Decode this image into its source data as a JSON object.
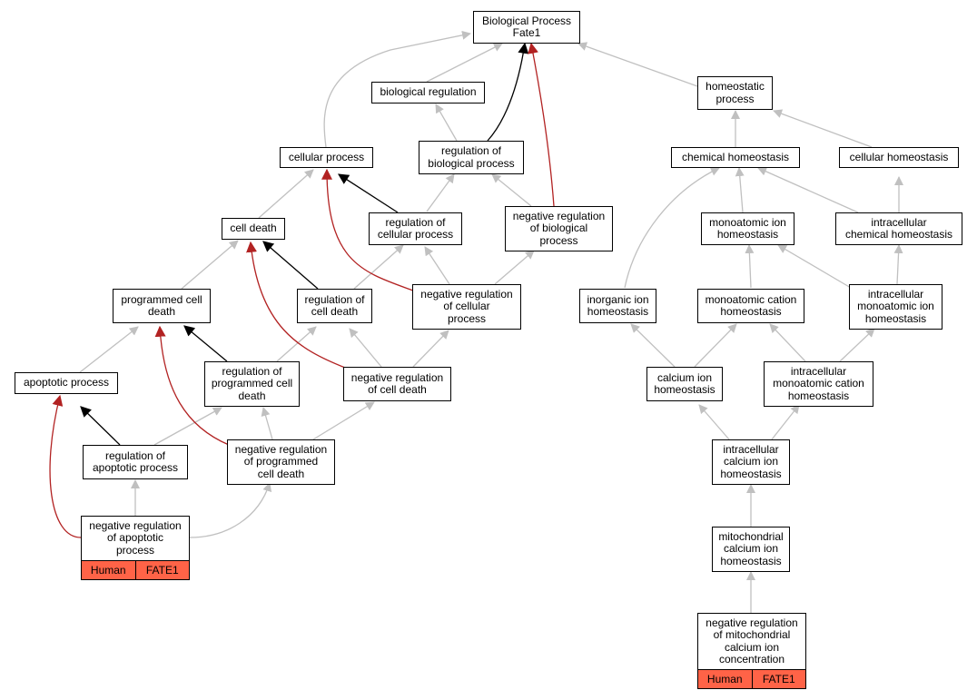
{
  "diagram": {
    "nodes": {
      "root": "Biological Process\nFate1",
      "biological_regulation": "biological regulation",
      "homeostatic_process": "homeostatic\nprocess",
      "cellular_process": "cellular process",
      "regulation_of_biological_process": "regulation of\nbiological process",
      "chemical_homeostasis": "chemical homeostasis",
      "cellular_homeostasis": "cellular homeostasis",
      "cell_death": "cell death",
      "regulation_of_cellular_process": "regulation of\ncellular process",
      "negative_regulation_of_biological_process": "negative regulation\nof biological\nprocess",
      "monoatomic_ion_homeostasis": "monoatomic ion\nhomeostasis",
      "intracellular_chemical_homeostasis": "intracellular\nchemical homeostasis",
      "programmed_cell_death": "programmed cell\ndeath",
      "regulation_of_cell_death": "regulation of\ncell death",
      "negative_regulation_of_cellular_process": "negative regulation\nof cellular\nprocess",
      "inorganic_ion_homeostasis": "inorganic ion\nhomeostasis",
      "monoatomic_cation_homeostasis": "monoatomic cation\nhomeostasis",
      "intracellular_monoatomic_ion_homeostasis": "intracellular\nmonoatomic ion\nhomeostasis",
      "apoptotic_process": "apoptotic process",
      "regulation_of_programmed_cell_death": "regulation of\nprogrammed cell\ndeath",
      "negative_regulation_of_cell_death": "negative regulation\nof cell death",
      "calcium_ion_homeostasis": "calcium ion\nhomeostasis",
      "intracellular_monoatomic_cation_homeostasis": "intracellular\nmonoatomic cation\nhomeostasis",
      "regulation_of_apoptotic_process": "regulation of\napoptotic process",
      "negative_regulation_of_programmed_cell_death": "negative regulation\nof programmed\ncell death",
      "intracellular_calcium_ion_homeostasis": "intracellular\ncalcium ion\nhomeostasis",
      "negative_regulation_of_apoptotic_process": "negative regulation\nof apoptotic\nprocess",
      "mitochondrial_calcium_ion_homeostasis": "mitochondrial\ncalcium ion\nhomeostasis",
      "negative_regulation_of_mitochondrial_calcium_ion_concentration": "negative regulation\nof mitochondrial\ncalcium ion\nconcentration"
    },
    "annotations": {
      "apoptotic": {
        "species": "Human",
        "gene": "FATE1"
      },
      "mitochondrial": {
        "species": "Human",
        "gene": "FATE1"
      }
    },
    "colors": {
      "is_a_edge": "#c0c0c0",
      "regulates_edge": "#000000",
      "negatively_regulates_edge": "#b22222",
      "annotation_fill": "#ff6347"
    }
  }
}
